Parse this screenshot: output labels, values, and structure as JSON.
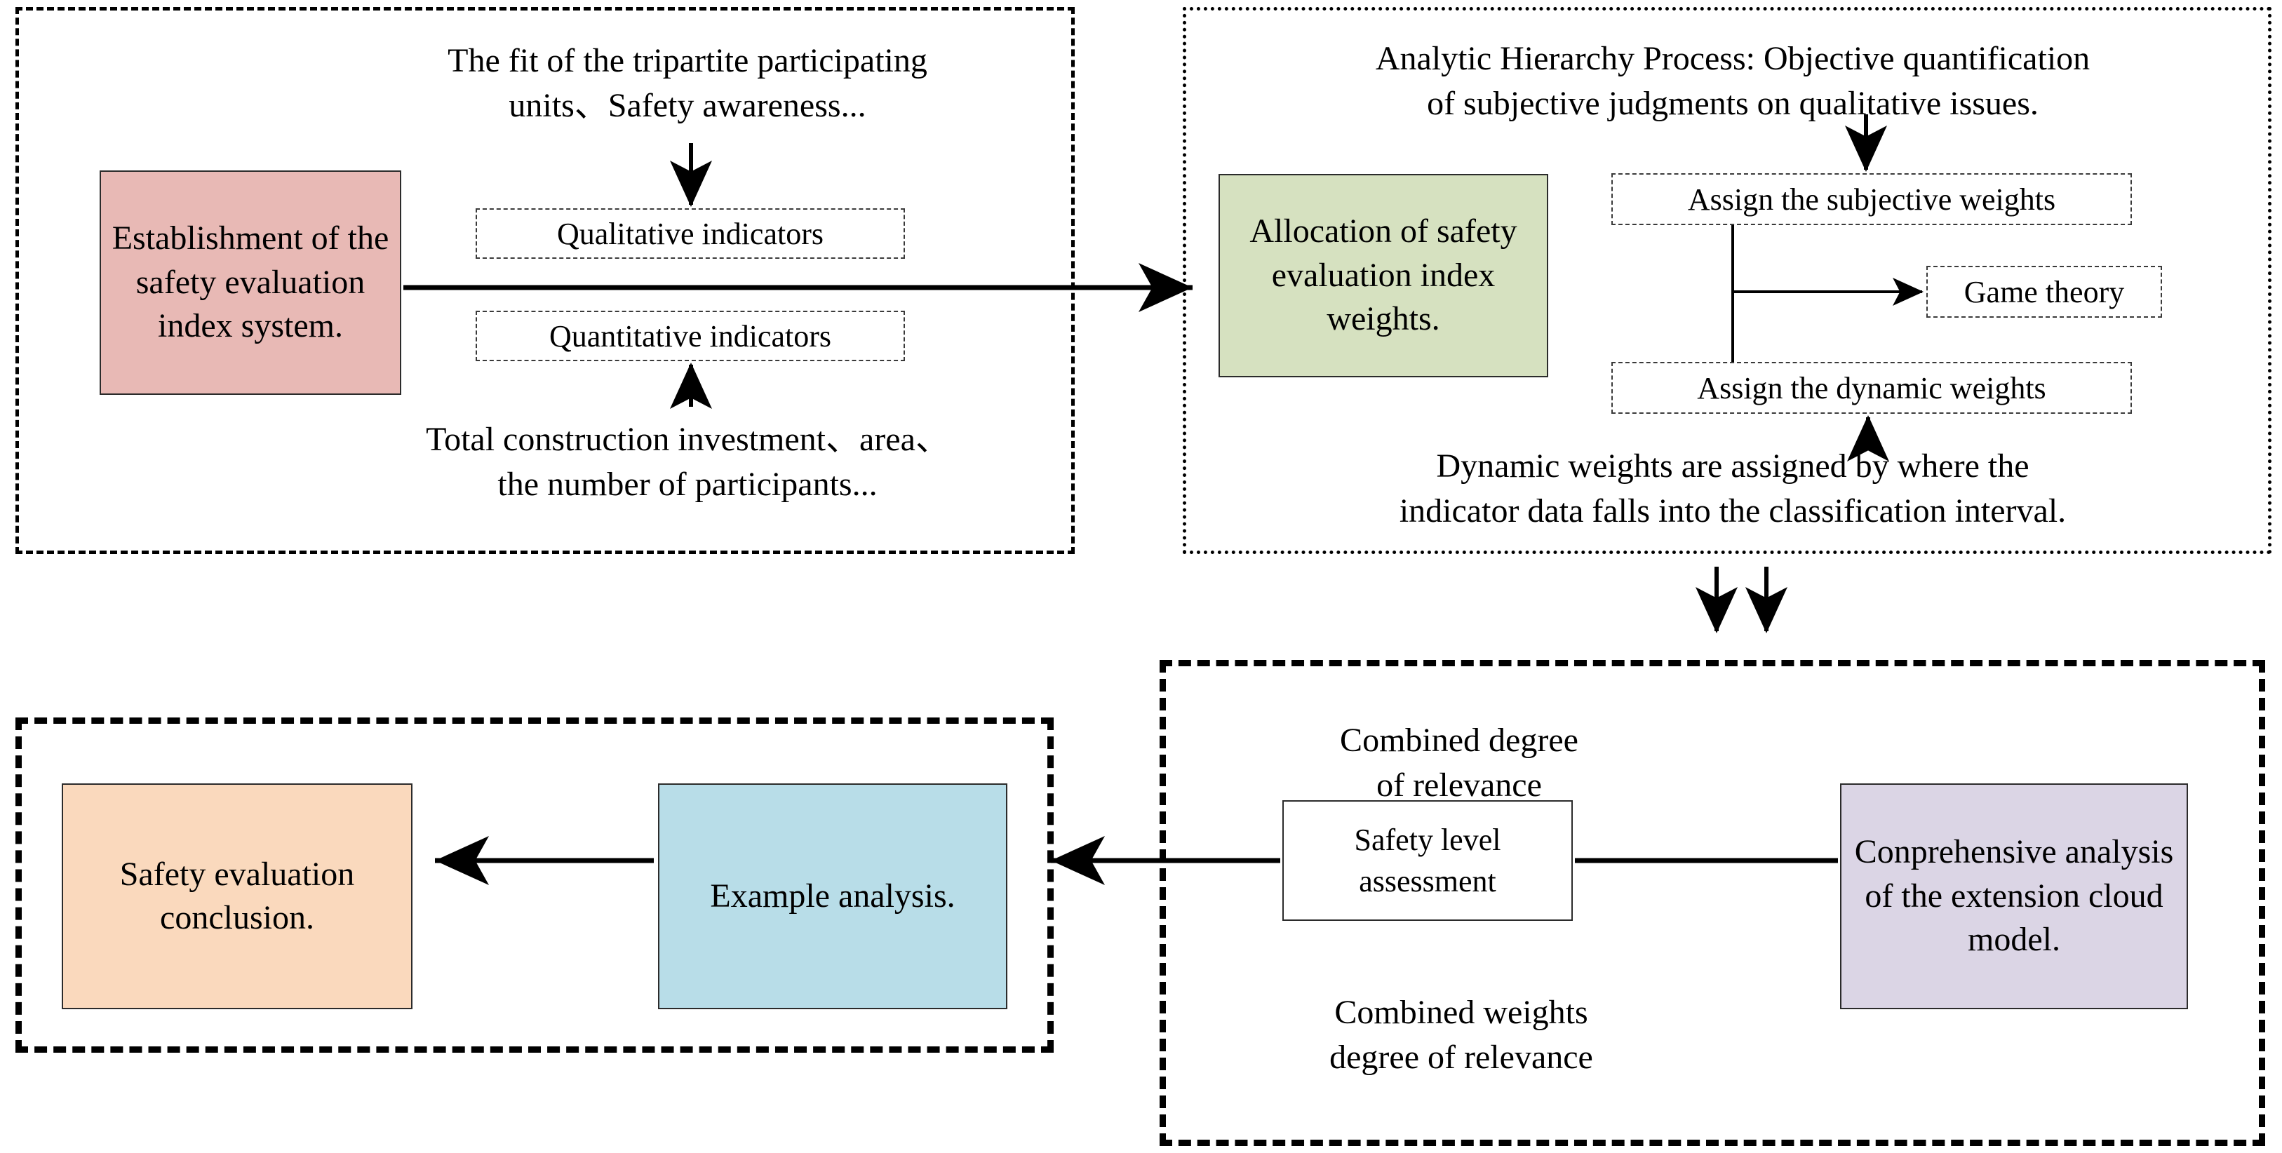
{
  "figure": {
    "title": "Safety evaluation research framework flowchart",
    "colors": {
      "pink": "#e8b9b5",
      "green": "#d6e1c0",
      "blue": "#b8dde8",
      "orange": "#fad9bd",
      "purple": "#dbd5e5",
      "line": "#000000",
      "background": "#ffffff"
    }
  },
  "panels": {
    "index_system": {
      "border_style": "dash-dot-dot",
      "main_box": "Establishment of the safety evaluation index system.",
      "top_caption": "The fit of the tripartite participating\nunits、Safety awareness...",
      "qualitative": "Qualitative indicators",
      "quantitative": "Quantitative indicators",
      "bottom_caption": "Total construction investment、area、\nthe number of participants..."
    },
    "weights": {
      "border_style": "dotted",
      "top_caption": "Analytic Hierarchy Process: Objective quantification\nof subjective judgments on qualitative issues.",
      "main_box": "Allocation of safety evaluation index weights.",
      "subjective_weights": "Assign the subjective weights",
      "dynamic_weights": "Assign the dynamic weights",
      "game_theory": "Game theory",
      "bottom_caption": "Dynamic weights are assigned by where the\nindicator data falls into the classification interval."
    },
    "extension_cloud": {
      "border_style": "dashed",
      "main_box": "Conprehensive analysis of the extension cloud model.",
      "safety_level": "Safety level\nassessment",
      "top_caption": "Combined degree\nof relevance",
      "bottom_caption": "Combined weights\ndegree of relevance"
    },
    "conclusion": {
      "border_style": "dashed",
      "example_box": "Example analysis.",
      "conclusion_box": "Safety evaluation conclusion."
    }
  },
  "connectors": [
    {
      "name": "caption-to-qualitative",
      "direction": "down"
    },
    {
      "name": "caption-to-quantitative",
      "direction": "up"
    },
    {
      "name": "index-system-to-weights",
      "direction": "right"
    },
    {
      "name": "ahp-to-subjective-weights",
      "direction": "down"
    },
    {
      "name": "weights-to-game-theory",
      "direction": "right"
    },
    {
      "name": "caption-to-dynamic-weights",
      "direction": "up"
    },
    {
      "name": "weights-to-extension-cloud-a",
      "direction": "down"
    },
    {
      "name": "weights-to-extension-cloud-b",
      "direction": "down"
    },
    {
      "name": "extension-cloud-to-example",
      "direction": "left"
    },
    {
      "name": "example-to-conclusion",
      "direction": "left"
    }
  ]
}
